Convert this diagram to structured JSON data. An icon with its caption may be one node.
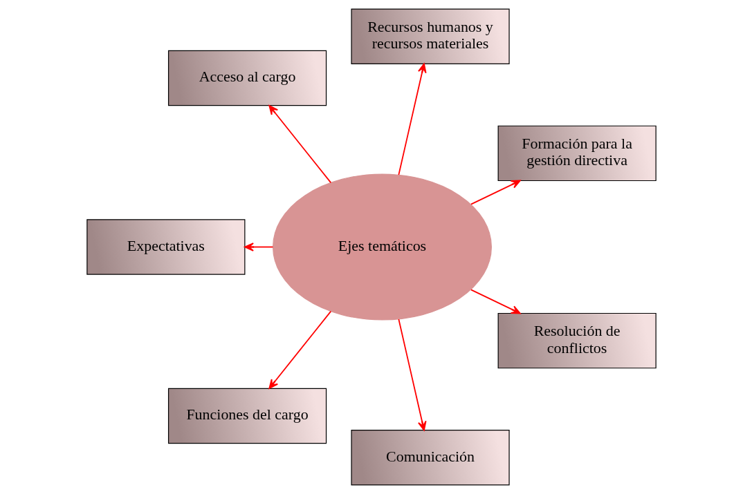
{
  "diagram": {
    "nodes": [
      {
        "text": [
          "Formación para la gestión directiva"
        ]
      },
      {
        "text": [
          "Recursos humanos y recursos materiales"
        ]
      },
      {
        "text": [
          "Acceso al cargo"
        ]
      },
      {
        "text": [
          "Expectativas"
        ]
      },
      {
        "text": [
          "Ejes temáticos"
        ]
      },
      {
        "text": [
          "Funciones del cargo"
        ]
      },
      {
        "text": [
          "Comunicación"
        ]
      },
      {
        "text": [
          "Resolución de conflictos"
        ]
      }
    ],
    "edges": [
      {
        "from": 4,
        "to": 0,
        "arrow": "to"
      },
      {
        "from": 4,
        "to": 1,
        "arrow": "to"
      },
      {
        "from": 4,
        "to": 2,
        "arrow": "to"
      },
      {
        "from": 4,
        "to": 3,
        "arrow": "to"
      },
      {
        "from": 4,
        "to": 5,
        "arrow": "to"
      },
      {
        "from": 4,
        "to": 6,
        "arrow": "to"
      },
      {
        "from": 4,
        "to": 7,
        "arrow": "to"
      }
    ]
  }
}
